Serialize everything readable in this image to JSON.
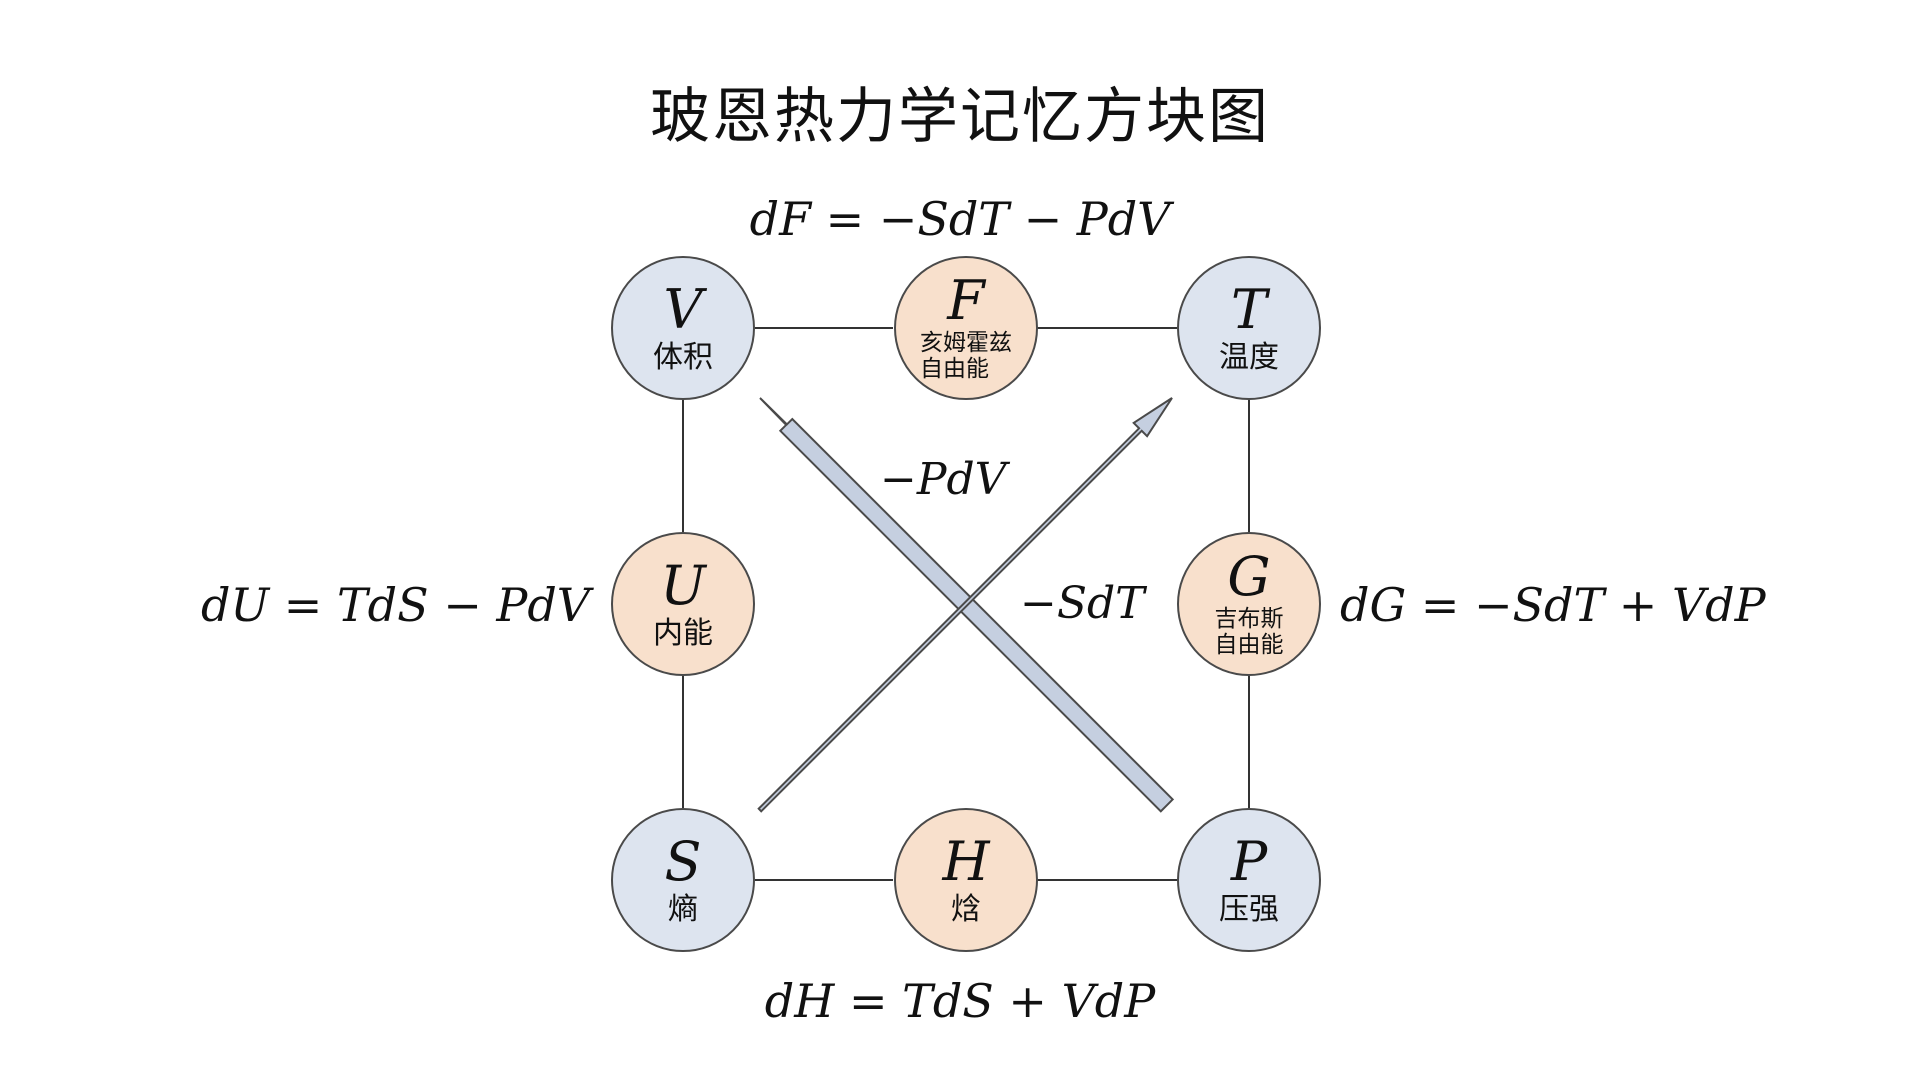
{
  "title": "玻恩热力学记忆方块图",
  "equations": {
    "dF": "dF = −SdT − PdV",
    "dU": "dU = TdS − PdV",
    "dG": "dG = −SdT + VdP",
    "dH": "dH = TdS + VdP"
  },
  "arrow_labels": {
    "pdv": "−PdV",
    "sdt": "−SdT"
  },
  "nodes": {
    "V": {
      "symbol": "V",
      "label": "体积"
    },
    "F": {
      "symbol": "F",
      "label1": "亥姆霍兹",
      "label2": "自由能"
    },
    "T": {
      "symbol": "T",
      "label": "温度"
    },
    "U": {
      "symbol": "U",
      "label": "内能"
    },
    "G": {
      "symbol": "G",
      "label1": "吉布斯",
      "label2": "自由能"
    },
    "S": {
      "symbol": "S",
      "label": "熵"
    },
    "H": {
      "symbol": "H",
      "label": "焓"
    },
    "P": {
      "symbol": "P",
      "label": "压强"
    }
  },
  "colors": {
    "variable_fill": "#dde4ef",
    "potential_fill": "#f8e0cc",
    "arrow_fill": "#c5cfe0",
    "arrow_stroke": "#4a4a4a"
  }
}
